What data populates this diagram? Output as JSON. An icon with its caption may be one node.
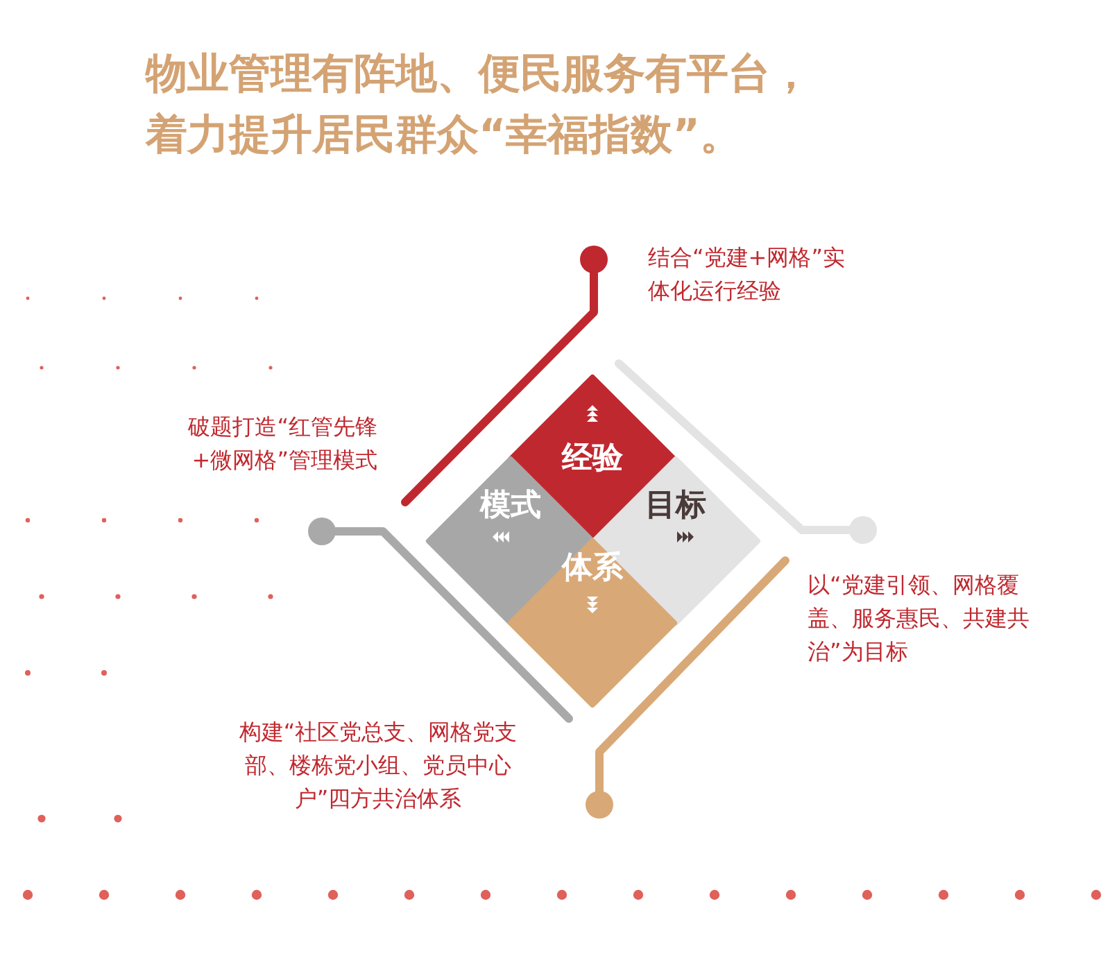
{
  "diagram": {
    "title": "物业管理有阵地、便民服务有平台，着力提升居民群众“幸福指数”。",
    "nodes": [
      {
        "text": [
          "经验"
        ],
        "beside": [
          "结合“党建+网格”实体化运行经验"
        ]
      },
      {
        "text": [
          "模式"
        ],
        "beside": [
          "破题打造“红管先锋+微网格”管理模式"
        ]
      },
      {
        "text": [
          "目标"
        ],
        "beside": [
          "以“党建引领、网格覆盖、服务惠民、共建共治”为目标"
        ]
      },
      {
        "text": [
          "体系"
        ],
        "beside": [
          "构建“社区党总支、网格党支部、楼栋党小组、党员中心户”四方共治体系"
        ]
      }
    ]
  }
}
